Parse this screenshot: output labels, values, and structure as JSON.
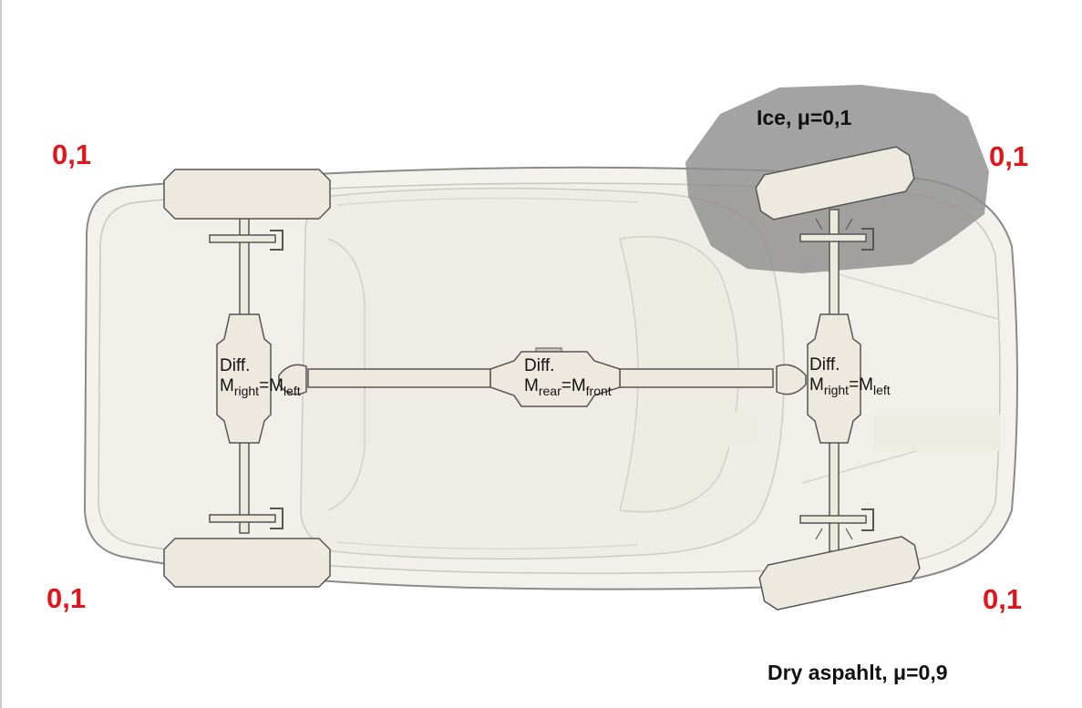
{
  "colors": {
    "friction_red": "#e0161c",
    "ice": "#8f8f8f",
    "car_body": "#f1efe9",
    "components": "#ede9de",
    "outline": "#555555"
  },
  "surfaces": {
    "ice_label": "Ice, μ=0,1",
    "dry_label": "Dry aspahlt, μ=0,9"
  },
  "wheels": {
    "rear_left": "0,1",
    "front_left": "0,1",
    "rear_right": "0,1",
    "front_right": "0,1"
  },
  "differentials": {
    "rear": {
      "title": "Diff.",
      "m1": "M",
      "s1": "right",
      "eq": "=",
      "m2": "M",
      "s2": "left"
    },
    "center": {
      "title": "Diff.",
      "m1": "M",
      "s1": "rear",
      "eq": "=",
      "m2": "M",
      "s2": "front"
    },
    "front": {
      "title": "Diff.",
      "m1": "M",
      "s1": "right",
      "eq": "=",
      "m2": "M",
      "s2": "left"
    }
  }
}
